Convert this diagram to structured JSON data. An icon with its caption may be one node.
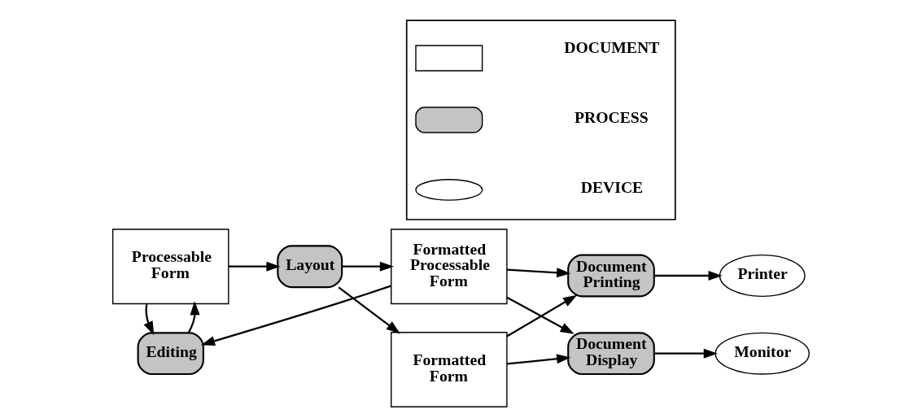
{
  "diagram": {
    "nodes": [
      {
        "text": [
          "Processable Form"
        ]
      },
      {
        "text": [
          "Layout"
        ]
      },
      {
        "text": [
          "Formatted Form"
        ]
      },
      {
        "text": [
          "Formatted Processable Form"
        ]
      },
      {
        "text": [
          "Document Display"
        ]
      },
      {
        "text": [
          "Document Printing"
        ]
      },
      {
        "text": [
          "Monitor"
        ]
      },
      {
        "text": [
          "Printer"
        ]
      },
      {
        "text": [
          "Editing"
        ]
      },
      {
        "text": [],
        "shape": "box"
      },
      {
        "text": [],
        "shape": "box",
        "in": 9
      },
      {
        "text": [],
        "shape": "box",
        "in": 9
      },
      {
        "text": [],
        "shape": "ellipse",
        "in": 9
      }
    ],
    "edges": [
      {
        "from": 0,
        "to": 1,
        "arrow": "to"
      },
      {
        "from": 1,
        "to": 2,
        "arrow": "to"
      },
      {
        "from": 1,
        "to": 3,
        "arrow": "to"
      },
      {
        "from": 2,
        "to": 4,
        "arrow": "to"
      },
      {
        "from": 2,
        "to": 5,
        "arrow": "to"
      },
      {
        "from": 3,
        "to": 4,
        "arrow": "to"
      },
      {
        "from": 3,
        "to": 5,
        "arrow": "to"
      },
      {
        "from": 4,
        "to": 6,
        "arrow": "to"
      },
      {
        "from": 5,
        "to": 7,
        "arrow": "to"
      },
      {
        "from": 3,
        "to": 8,
        "arrow": "to"
      },
      {
        "from": 8,
        "to": 0,
        "arrow": "to"
      },
      {
        "from": 0,
        "to": 8,
        "arrow": "to"
      }
    ],
    "legend": [
      {
        "text": "DOCUMENT"
      },
      {
        "text": "PROCESS"
      },
      {
        "text": "DEVICE"
      }
    ]
  }
}
